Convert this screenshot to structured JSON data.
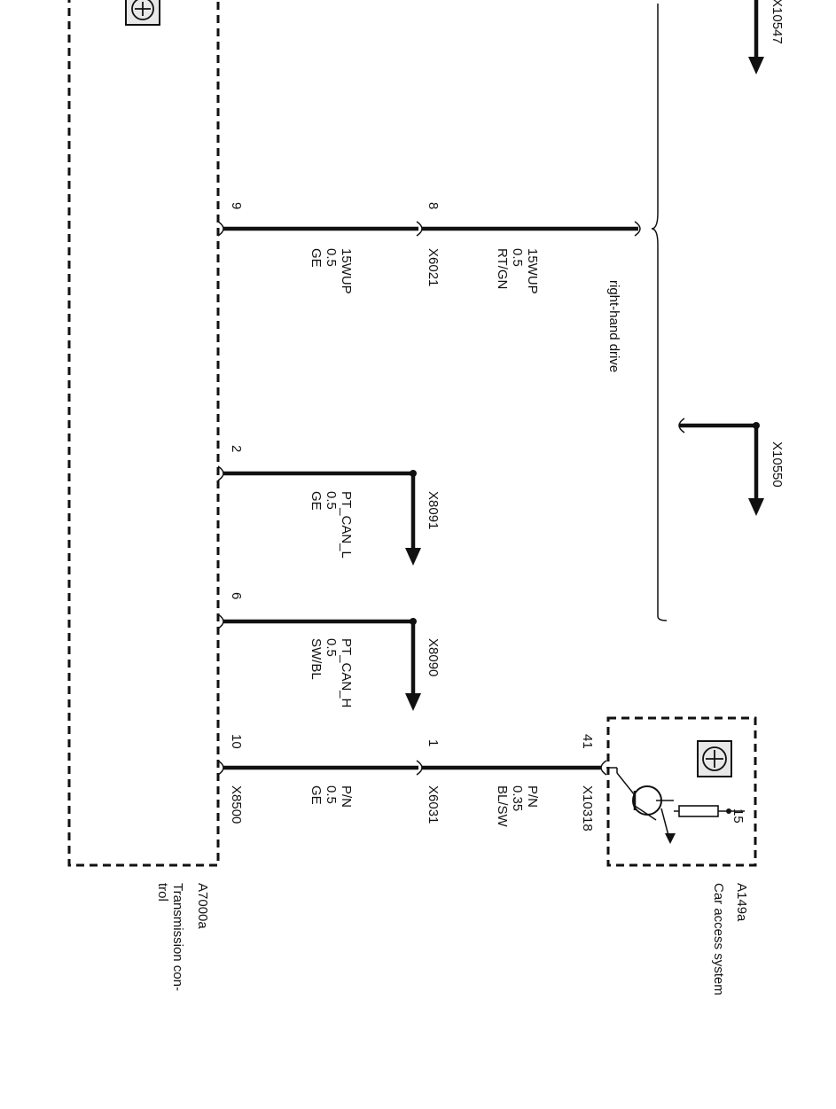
{
  "modules": {
    "transmission": {
      "id": "A7000a",
      "name": "Transmission con-\ntrol"
    },
    "cas": {
      "id": "A149a",
      "name": "Car access system"
    }
  },
  "drive_label": "right-hand drive",
  "wires": {
    "w15wup": {
      "pin_in": "8",
      "pin_tcu": "9",
      "connector_in": "X6021",
      "upper_label": [
        "15WUP",
        "0.5",
        "RT/GN"
      ],
      "lower_label": [
        "15WUP",
        "0.5",
        "GE"
      ]
    },
    "can_l": {
      "pin_tcu": "2",
      "connector": "X8091",
      "label": [
        "PT_CAN_L",
        "0.5",
        "GE"
      ]
    },
    "can_h": {
      "pin_tcu": "6",
      "connector": "X8090",
      "label": [
        "PT_CAN_H",
        "0.5",
        "SW/BL"
      ]
    },
    "pn": {
      "pin_cas": "41",
      "pin_in": "1",
      "pin_tcu": "10",
      "connector_cas": "X10318",
      "connector_in": "X6031",
      "connector_tcu": "X8500",
      "upper_label": [
        "P/N",
        "0.35",
        "BL/SW"
      ],
      "lower_label": [
        "P/N",
        "0.5",
        "GE"
      ]
    }
  },
  "refs": {
    "top": "X10547",
    "mid": "X10550"
  },
  "cas_pin_15": "15"
}
